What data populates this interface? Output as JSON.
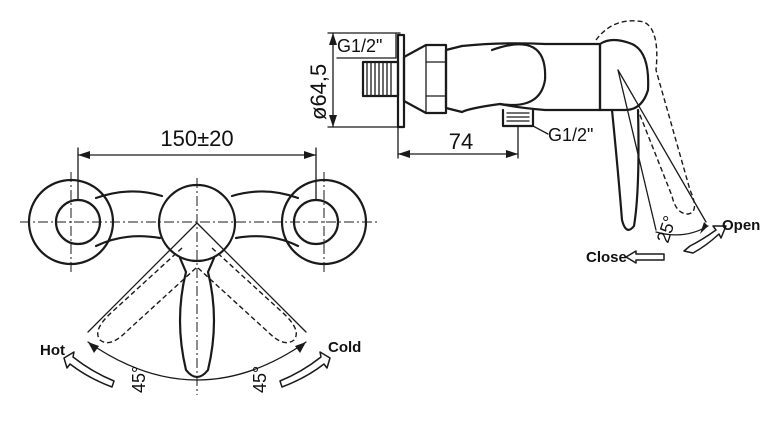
{
  "front_view": {
    "width_dimension": "150±20",
    "hot_label": "Hot",
    "cold_label": "Cold",
    "hot_angle": "45°",
    "cold_angle": "45°"
  },
  "side_view": {
    "inlet_thread": "G1/2\"",
    "outlet_thread": "G1/2\"",
    "diameter_dimension": "ø64,5",
    "depth_dimension": "74",
    "lever_angle": "25°",
    "open_label": "Open",
    "close_label": "Close"
  },
  "colors": {
    "line": "#1a1a1a",
    "background": "#ffffff"
  }
}
